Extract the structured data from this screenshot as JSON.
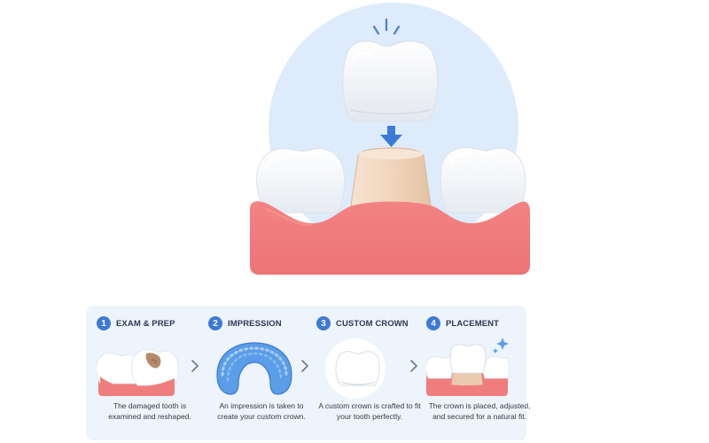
{
  "icons": [
    "tooth-crown-icon",
    "arrow-down-icon",
    "chevron-right-icon",
    "sparkle-icon"
  ],
  "colors": {
    "accent": "#3d7ad6",
    "gum": "#f07d7d",
    "tooth": "#ffffff",
    "prepared_tooth": "#f1d8c0",
    "halo": "#deebfa",
    "panel_bg": "#eef4fc"
  },
  "steps": [
    {
      "number": "1",
      "title": "EXAM & PREP",
      "description": "The damaged tooth is examined and reshaped.",
      "icon": "decayed-tooth-icon"
    },
    {
      "number": "2",
      "title": "IMPRESSION",
      "description": "An impression is taken to create your custom crown.",
      "icon": "impression-tray-icon"
    },
    {
      "number": "3",
      "title": "CUSTOM CROWN",
      "description": "A custom crown is crafted to fit your tooth perfectly.",
      "icon": "crown-icon"
    },
    {
      "number": "4",
      "title": "PLACEMENT",
      "description": "The crown is placed, adjusted, and secured for a natural fit.",
      "icon": "placed-crown-icon"
    }
  ]
}
